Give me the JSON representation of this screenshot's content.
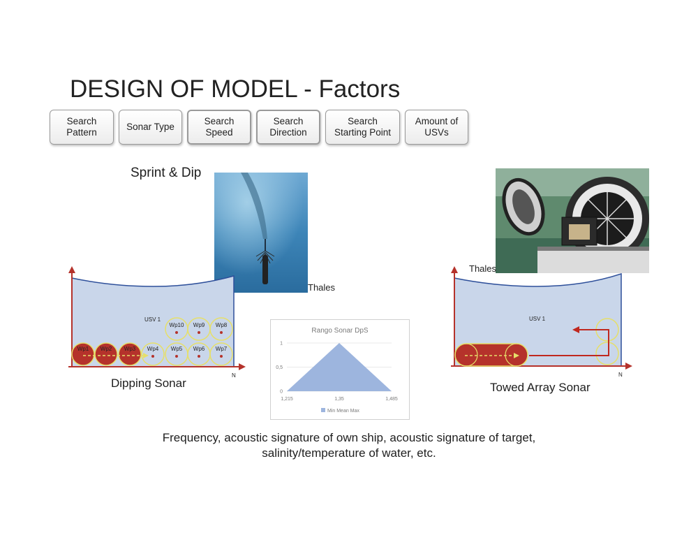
{
  "slide": {
    "title": "DESIGN OF MODEL - Factors",
    "factors": [
      {
        "label": "Search\nPattern"
      },
      {
        "label": "Sonar Type"
      },
      {
        "label": "Search\nSpeed"
      },
      {
        "label": "Search\nDirection"
      },
      {
        "label": "Search\nStarting Point"
      },
      {
        "label": "Amount of\nUSVs"
      }
    ],
    "sprint_label": "Sprint & Dip",
    "photo_credit_left": "Thales",
    "photo_credit_right": "Thales",
    "dipping": {
      "caption": "Dipping Sonar",
      "usv": "USV 1",
      "axis_n": "N",
      "waypoints_bottom": [
        "Wp1",
        "Wp2",
        "Wp3",
        "Wp4",
        "Wp5",
        "Wp6",
        "Wp7"
      ],
      "waypoints_top": [
        "Wp10",
        "Wp9",
        "Wp8"
      ]
    },
    "towed": {
      "caption": "Towed Array Sonar",
      "usv": "USV 1",
      "axis_n": "N"
    },
    "footer_line1": "Frequency, acoustic signature of own ship, acoustic signature of target,",
    "footer_line2": "salinity/temperature of water, etc.",
    "colors": {
      "water": "#c9d6ea",
      "waypoint_done": "#b5322b",
      "waypoint_ring": "#e6df6a",
      "path": "#c0281f"
    }
  },
  "chart_data": {
    "type": "area",
    "title": "Rango Sonar DpS",
    "categories": [
      "1,215",
      "1,35",
      "1,485"
    ],
    "series": [
      {
        "name": "Min Mean Max",
        "values": [
          0,
          1,
          0
        ]
      }
    ],
    "y_ticks": [
      "0",
      "0,5",
      "1"
    ],
    "ylim": [
      0,
      1
    ],
    "legend": "bottom"
  }
}
